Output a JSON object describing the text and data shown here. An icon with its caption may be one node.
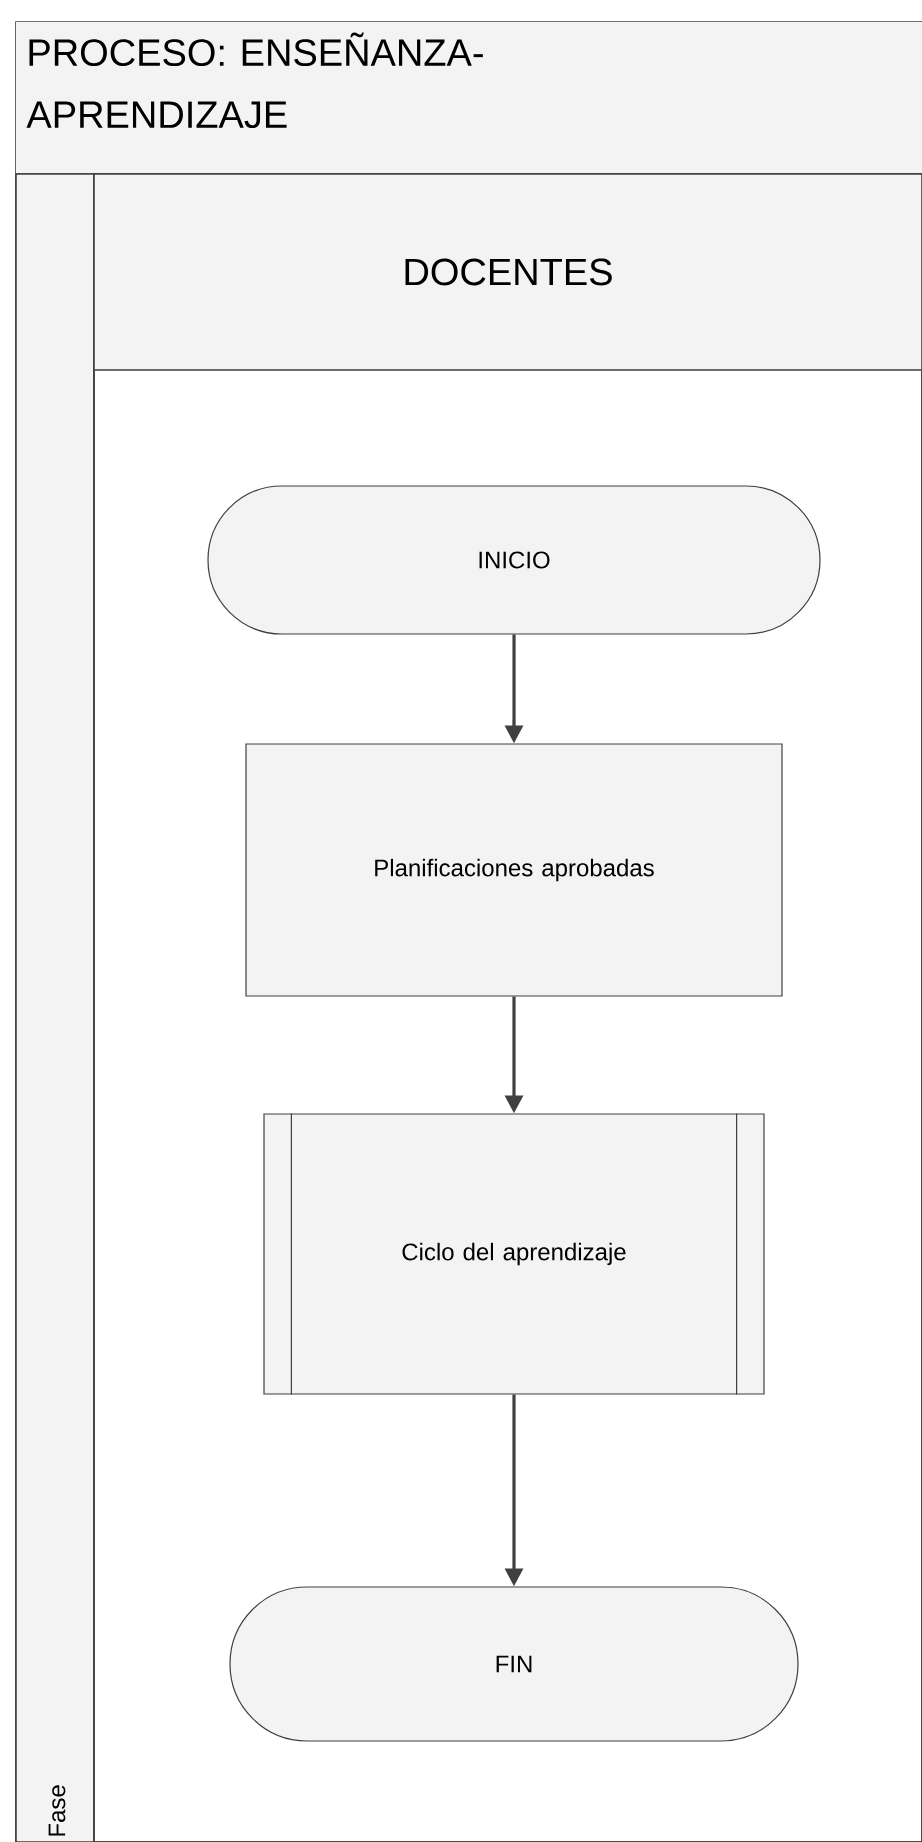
{
  "diagram": {
    "nodes": [
      {
        "text": [
          "PROCESO: ENSEÑANZA-APRENDIZAJE"
        ]
      },
      {
        "text": [
          "Fase"
        ],
        "in": 0
      },
      {
        "text": [
          "DOCENTES"
        ],
        "in": 0
      },
      {
        "text": [
          "INICIO"
        ],
        "in": 2
      },
      {
        "text": [
          "Planificaciones aprobadas"
        ],
        "in": 2
      },
      {
        "text": [
          "Ciclo del aprendizaje"
        ],
        "in": 2
      },
      {
        "text": [
          "FIN"
        ],
        "in": 2
      }
    ],
    "edges": [
      {
        "from": 3,
        "to": 4,
        "arrow": "to"
      },
      {
        "from": 4,
        "to": 5,
        "arrow": "to"
      },
      {
        "from": 5,
        "to": 6,
        "arrow": "to"
      }
    ]
  }
}
